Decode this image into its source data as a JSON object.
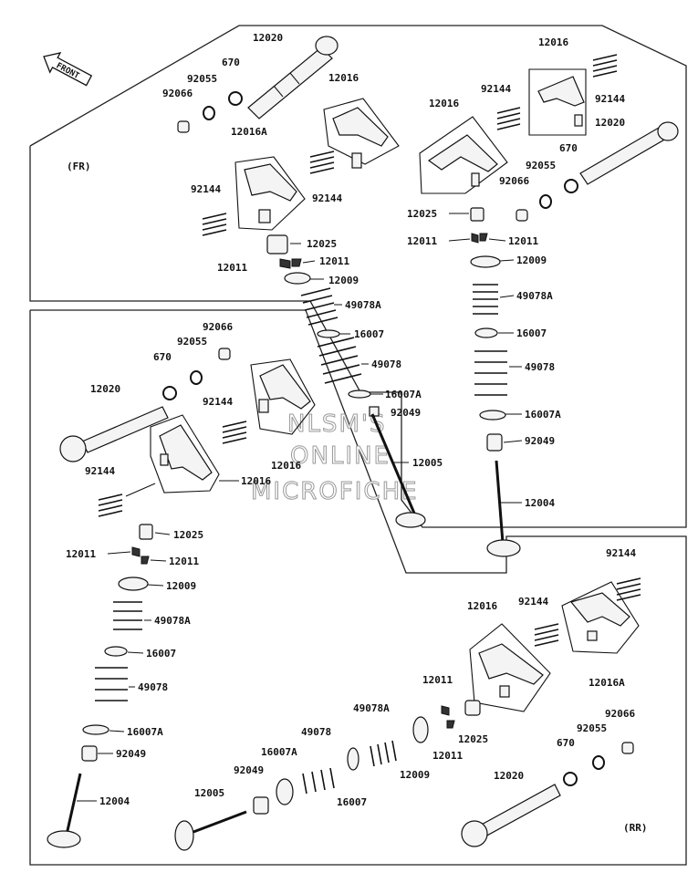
{
  "front_label": "FRONT",
  "section_fr": "(FR)",
  "section_rr": "(RR)",
  "watermark": [
    "NLSM'S",
    "ONLINE",
    "MICROFICHE"
  ],
  "labels": {
    "fr_left": [
      "12020",
      "670",
      "92055",
      "92066",
      "12016",
      "12016A",
      "92144",
      "92144",
      "12025",
      "12011",
      "12011",
      "12009",
      "49078A",
      "16007",
      "49078",
      "16007A",
      "92049",
      "12005"
    ],
    "fr_right": [
      "12016",
      "12016",
      "92144",
      "92144",
      "12020",
      "670",
      "92055",
      "92066",
      "12025",
      "12011",
      "12011",
      "12009",
      "49078A",
      "16007",
      "49078",
      "16007A",
      "92049",
      "12004"
    ],
    "rr_left": [
      "92066",
      "92055",
      "670",
      "12020",
      "92144",
      "12016",
      "12016",
      "92144",
      "12025",
      "12011",
      "12011",
      "12009",
      "49078A",
      "16007",
      "49078",
      "16007A",
      "92049",
      "12004"
    ],
    "rr_right": [
      "92144",
      "92144",
      "12016",
      "12016A",
      "12011",
      "12025",
      "12011",
      "49078A",
      "12009",
      "49078",
      "16007A",
      "92049",
      "12005",
      "16007",
      "92066",
      "92055",
      "670",
      "12020"
    ]
  }
}
